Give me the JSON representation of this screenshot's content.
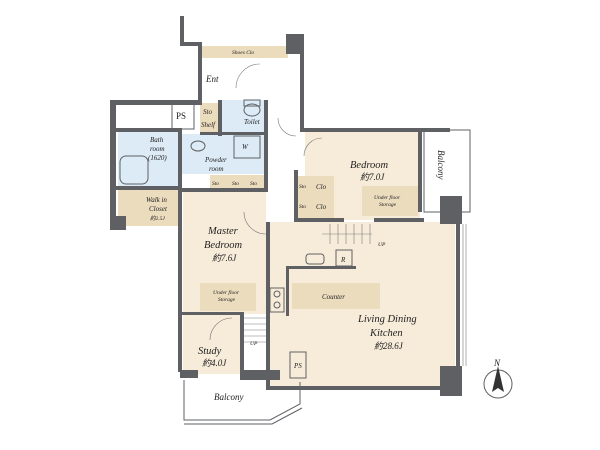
{
  "colors": {
    "living": "#f7ecd9",
    "storage": "#ecdcbe",
    "wet": "#dcebf6",
    "wall": "#5f6064",
    "white": "#ffffff"
  },
  "rooms": {
    "shoes_clo": "Shoes Clo",
    "ent": "Ent",
    "ps_top": "PS",
    "sto_a": "Sto",
    "shelf": "Shelf",
    "toilet": "Toilet",
    "bath_line1": "Bath",
    "bath_line2": "room",
    "bath_line3": "(1620)",
    "w": "W",
    "powder_line1": "Powder",
    "powder_line2": "room",
    "sto_b": "Sto",
    "sto_c": "Sto",
    "sto_d": "Sto",
    "walk_in_line1": "Walk in",
    "walk_in_line2": "Closet",
    "walk_in_size": "約2.5J",
    "bedroom": "Bedroom",
    "bedroom_size": "約7.0J",
    "sto_e": "Sto",
    "clo_a": "Clo",
    "sto_f": "Sto",
    "clo_b": "Clo",
    "underfloor1_line1": "Under floor",
    "underfloor1_line2": "Storage",
    "balcony_right": "Balcony",
    "master_line1": "Master",
    "master_line2": "Bedroom",
    "master_size": "約7.6J",
    "underfloor2_line1": "Under floor",
    "underfloor2_line2": "Storage",
    "r": "R",
    "up_a": "UP",
    "counter": "Counter",
    "ldk_line1": "Living Dining",
    "ldk_line2": "Kitchen",
    "ldk_size": "約28.6J",
    "study": "Study",
    "study_size": "約4.0J",
    "up_b": "UP",
    "ps_bottom": "PS",
    "balcony_bottom": "Balcony",
    "north": "N"
  }
}
